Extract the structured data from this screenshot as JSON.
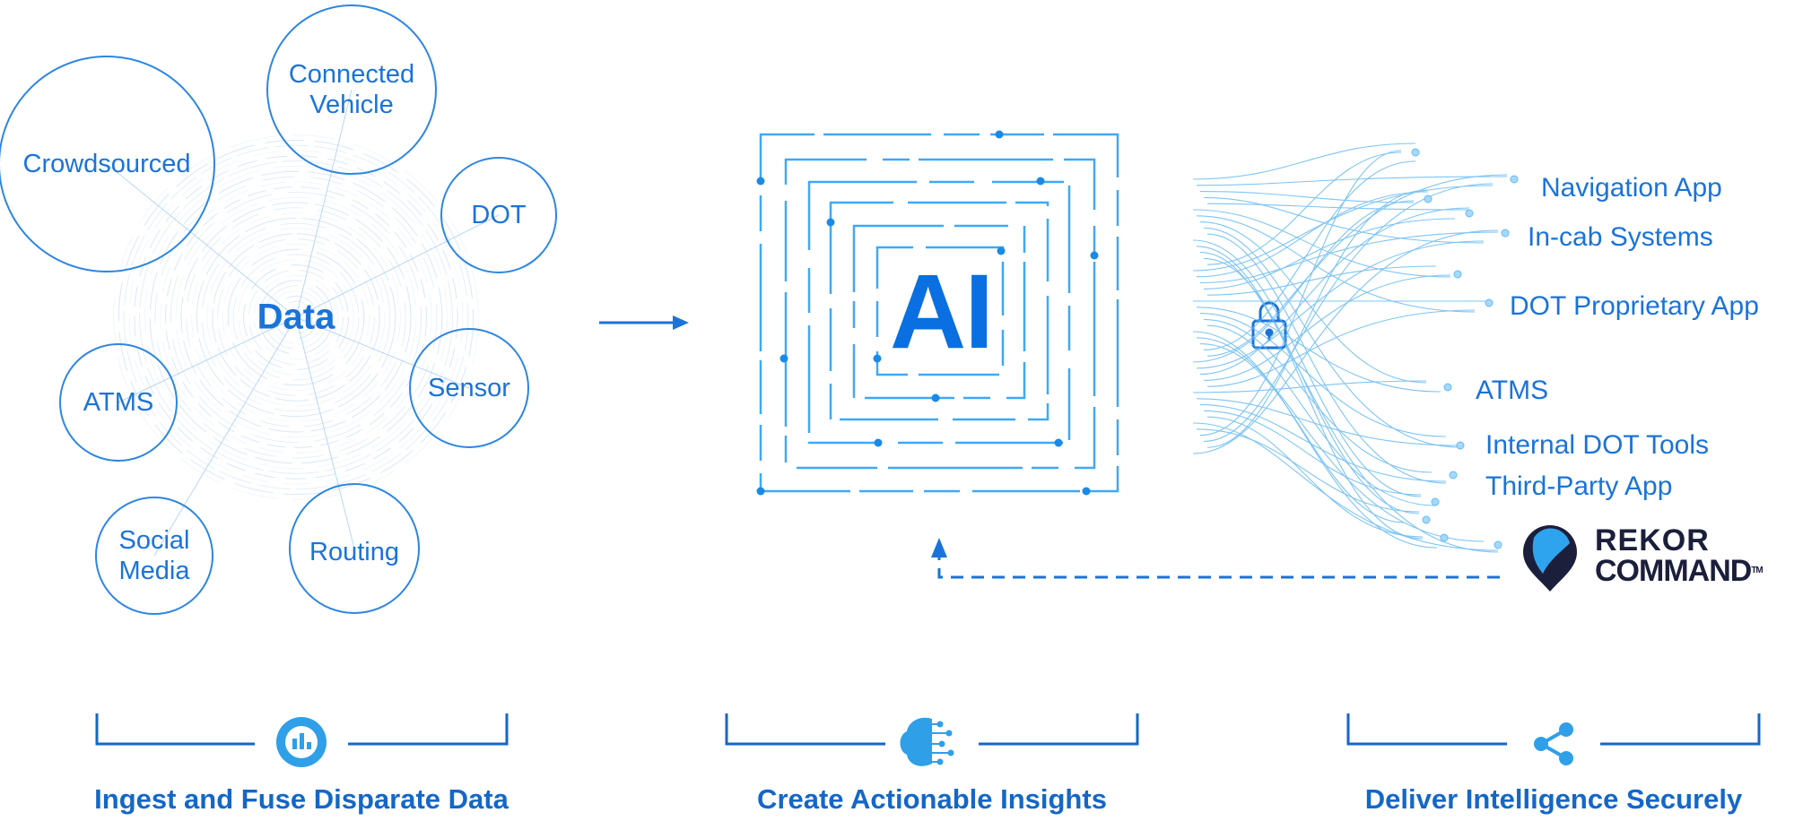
{
  "data_hub": {
    "label": "Data"
  },
  "sources": [
    {
      "id": "crowdsourced",
      "label": "Crowdsourced"
    },
    {
      "id": "connected-vehicle",
      "label": "Connected Vehicle"
    },
    {
      "id": "dot",
      "label": "DOT"
    },
    {
      "id": "sensor",
      "label": "Sensor"
    },
    {
      "id": "routing",
      "label": "Routing"
    },
    {
      "id": "social-media",
      "label": "Social Media"
    },
    {
      "id": "atms",
      "label": "ATMS"
    }
  ],
  "ai": {
    "label": "AI"
  },
  "outputs": [
    {
      "id": "navigation-app",
      "label": "Navigation App"
    },
    {
      "id": "in-cab-systems",
      "label": "In-cab Systems"
    },
    {
      "id": "dot-proprietary-app",
      "label": "DOT Proprietary App"
    },
    {
      "id": "atms",
      "label": "ATMS"
    },
    {
      "id": "internal-dot-tools",
      "label": "Internal DOT Tools"
    },
    {
      "id": "third-party-app",
      "label": "Third-Party App"
    }
  ],
  "brand": {
    "line1": "REKOR",
    "line2": "COMMAND",
    "trademark": "TM"
  },
  "footer": [
    {
      "id": "ingest",
      "label": "Ingest and Fuse Disparate Data",
      "icon": "data-analytics-icon"
    },
    {
      "id": "insights",
      "label": "Create Actionable Insights",
      "icon": "brain-circuit-icon"
    },
    {
      "id": "deliver",
      "label": "Deliver Intelligence Securely",
      "icon": "share-icon"
    }
  ],
  "colors": {
    "primary": "#1a73d9",
    "light": "#3fa9f5",
    "dark": "#1b1f3b",
    "heading": "#1467c8"
  }
}
